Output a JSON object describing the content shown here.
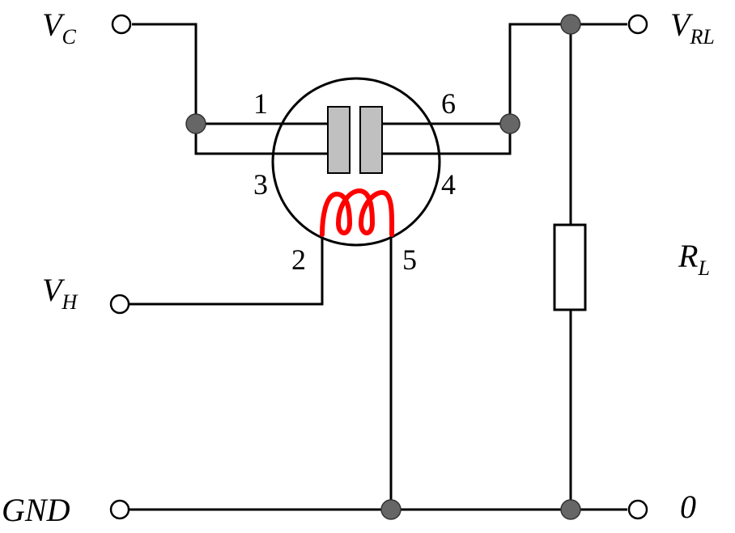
{
  "labels": {
    "vc": {
      "main": "V",
      "sub": "C"
    },
    "vrl": {
      "main": "V",
      "sub": "RL"
    },
    "vh": {
      "main": "V",
      "sub": "H"
    },
    "rl": {
      "main": "R",
      "sub": "L"
    },
    "gnd": "GND",
    "zero": "0"
  },
  "pins": {
    "p1": "1",
    "p2": "2",
    "p3": "3",
    "p4": "4",
    "p5": "5",
    "p6": "6"
  },
  "colors": {
    "wire": "#000000",
    "junction": "#666666",
    "electrode": "#c0c0c0",
    "heater": "#ff0000"
  }
}
